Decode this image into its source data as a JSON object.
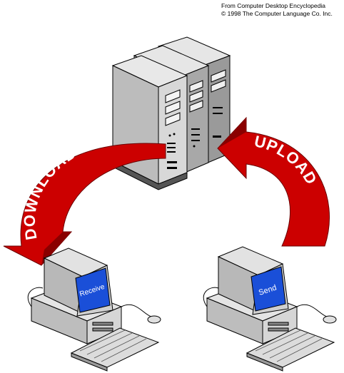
{
  "credit": {
    "line1": "From Computer Desktop Encyclopedia",
    "line2": "© 1998 The Computer Language Co. Inc."
  },
  "arrows": {
    "download": "DOWNLOAD",
    "upload": "UPLOAD"
  },
  "screens": {
    "left": "Receive",
    "right": "Send"
  },
  "colors": {
    "arrow_red": "#cc0000",
    "arrow_dark": "#8a0000",
    "screen_blue": "#1a4fd8",
    "case_gray": "#c8c8c8",
    "case_dark": "#8c8c8c"
  },
  "icons": [
    "server-rack-icon",
    "desktop-computer-icon",
    "keyboard-icon",
    "mouse-icon"
  ]
}
